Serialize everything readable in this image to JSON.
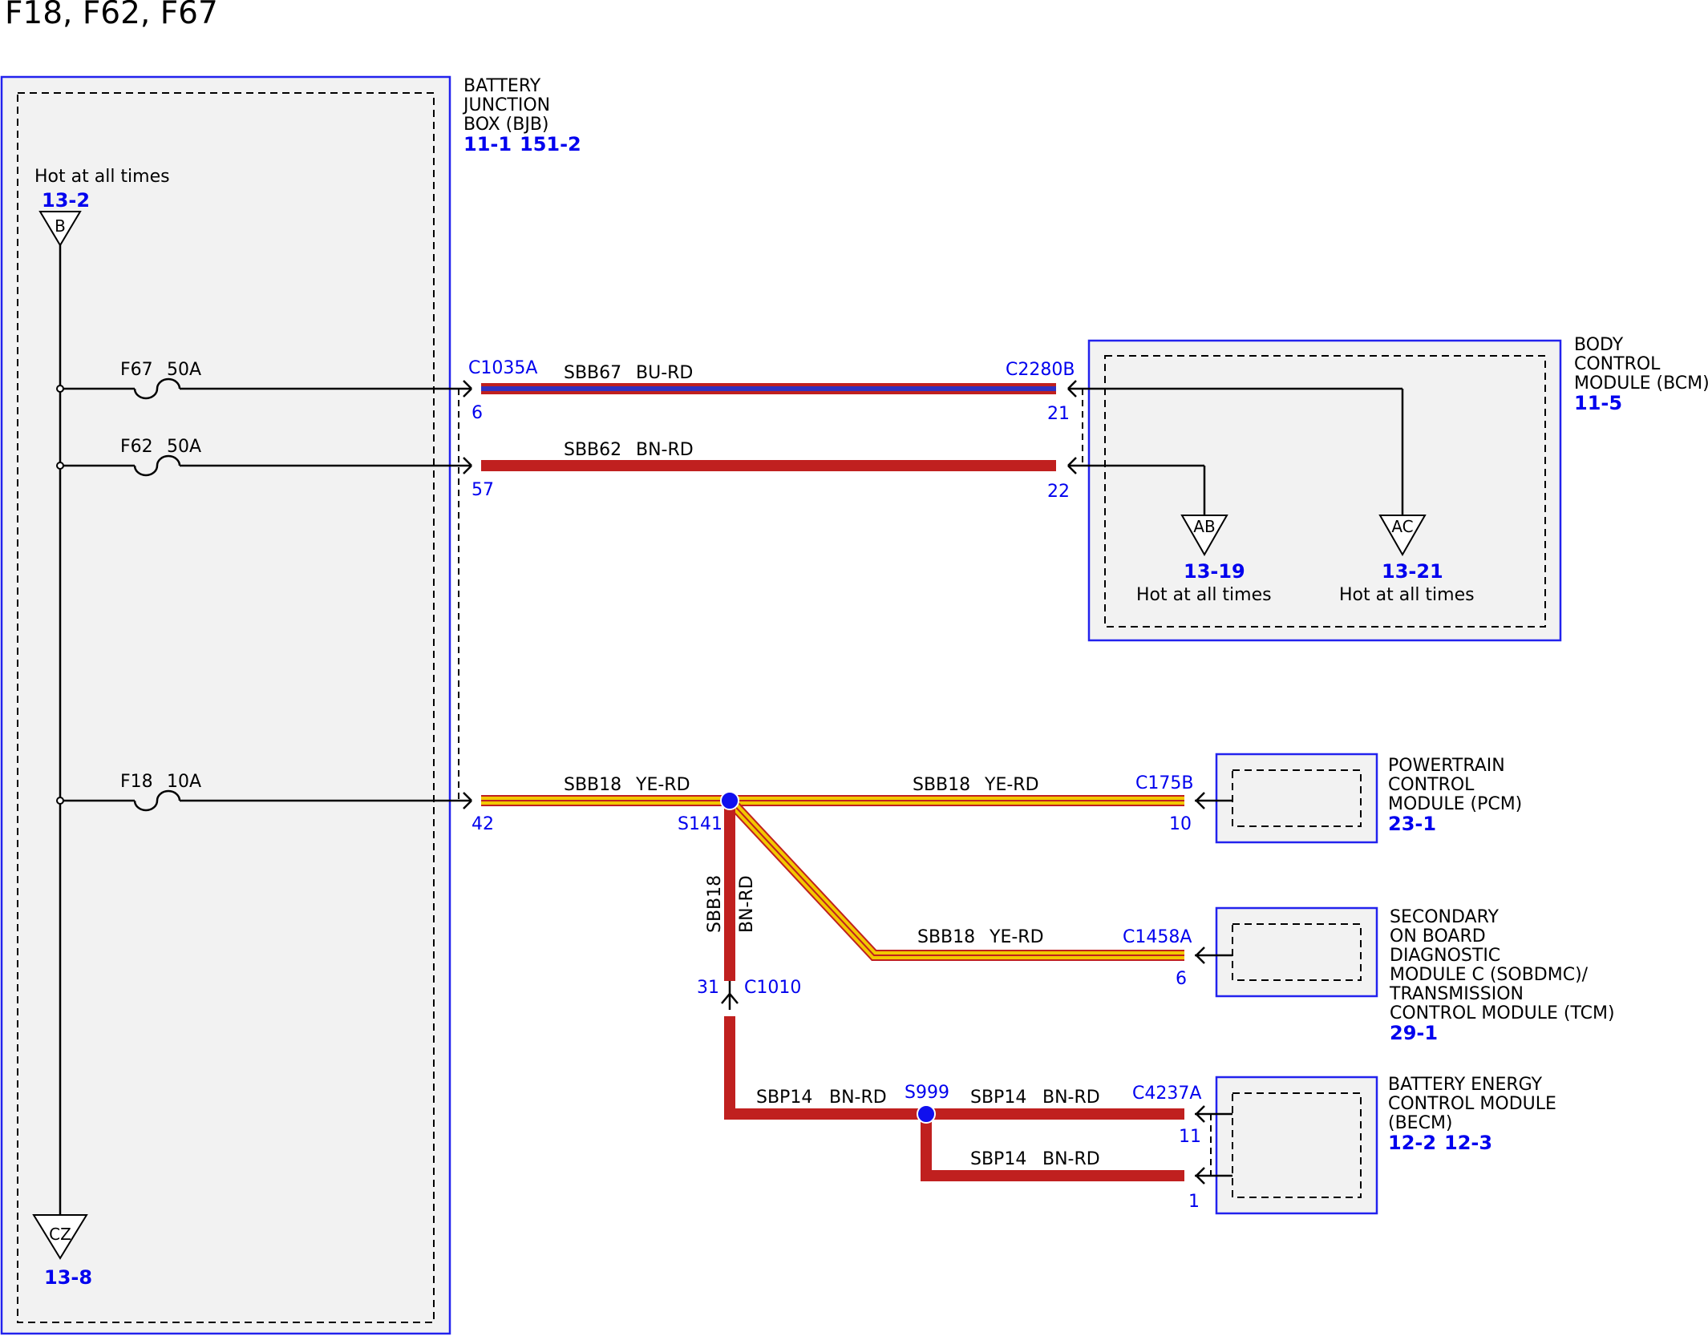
{
  "title": "F18, F62, F67",
  "bjb": {
    "name": [
      "BATTERY",
      "JUNCTION",
      "BOX (BJB)"
    ],
    "refs": [
      "11-1",
      "151-2"
    ],
    "hot_label": "Hot at all times",
    "hot_ref": "13-2",
    "hot_pin": "B",
    "ground_pin": "CZ",
    "ground_ref": "13-8"
  },
  "fuses": [
    {
      "id": "F67",
      "rating": "50A"
    },
    {
      "id": "F62",
      "rating": "50A"
    },
    {
      "id": "F18",
      "rating": "10A"
    }
  ],
  "bjb_connector": {
    "name": "C1035A",
    "pins": [
      "6",
      "57",
      "42"
    ]
  },
  "circuits": {
    "sbb67": {
      "id": "SBB67",
      "color": "BU-RD"
    },
    "sbb62": {
      "id": "SBB62",
      "color": "BN-RD"
    },
    "sbb18_a": {
      "id": "SBB18",
      "color": "YE-RD"
    },
    "sbb18_b": {
      "id": "SBB18",
      "color": "YE-RD"
    },
    "sbb18_c": {
      "id": "SBB18",
      "color": "YE-RD"
    },
    "sbb18_v": {
      "id": "SBB18",
      "color": "BN-RD"
    },
    "sbp14_a": {
      "id": "SBP14",
      "color": "BN-RD"
    },
    "sbp14_b": {
      "id": "SBP14",
      "color": "BN-RD"
    },
    "sbp14_c": {
      "id": "SBP14",
      "color": "BN-RD"
    }
  },
  "splices": {
    "s141": "S141",
    "s999": "S999"
  },
  "inline_connector": {
    "name": "C1010",
    "pin": "31"
  },
  "bcm": {
    "name": [
      "BODY",
      "CONTROL",
      "MODULE (BCM)"
    ],
    "ref": "11-5",
    "connector": "C2280B",
    "pins": [
      "21",
      "22"
    ],
    "outputs": [
      {
        "pin": "AB",
        "ref": "13-19",
        "label": "Hot at all times"
      },
      {
        "pin": "AC",
        "ref": "13-21",
        "label": "Hot at all times"
      }
    ]
  },
  "pcm": {
    "name": [
      "POWERTRAIN",
      "CONTROL",
      "MODULE (PCM)"
    ],
    "ref": "23-1",
    "connector": "C175B",
    "pin": "10"
  },
  "sobdmc": {
    "name": [
      "SECONDARY",
      "ON BOARD",
      "DIAGNOSTIC",
      "MODULE C (SOBDMC)/",
      "TRANSMISSION",
      "CONTROL MODULE (TCM)"
    ],
    "ref": "29-1",
    "connector": "C1458A",
    "pin": "6"
  },
  "becm": {
    "name": [
      "BATTERY ENERGY",
      "CONTROL MODULE",
      "(BECM)"
    ],
    "refs": [
      "12-2",
      "12-3"
    ],
    "connector": "C4237A",
    "pins": [
      "11",
      "1"
    ]
  },
  "colors": {
    "wire_bn_rd": "#c0201f",
    "wire_bu": "#3030c0",
    "wire_ye": "#f2c800",
    "ref_blue": "#0000ee",
    "module_border": "#2222ee",
    "module_fill": "#f2f2f2"
  }
}
